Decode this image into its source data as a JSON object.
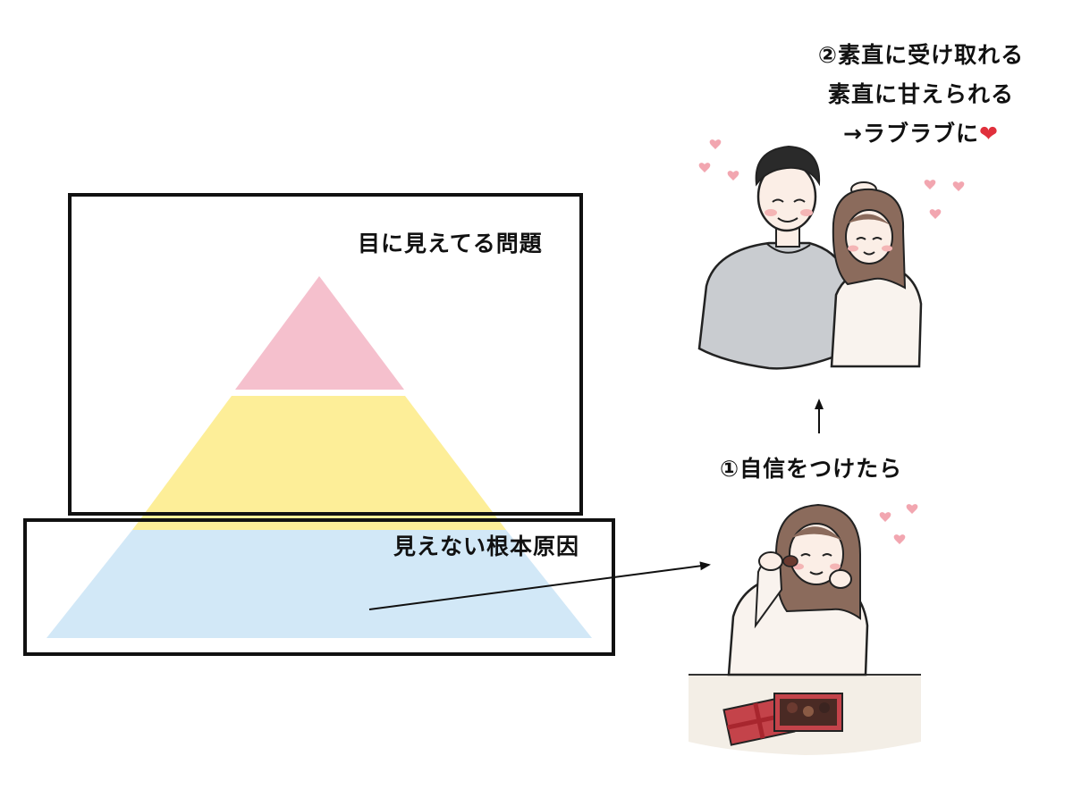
{
  "labels": {
    "visible_problem": "目に見えてる問題",
    "hidden_root_cause": "見えない根本原因",
    "step1": "①自信をつけたら",
    "step2_line1": "②素直に受け取れる",
    "step2_line2": "素直に甘えられる",
    "step2_line3": "→ラブラブに",
    "heart": "❤"
  },
  "pyramid_layers": [
    {
      "name": "top",
      "color": "#f5c0cd"
    },
    {
      "name": "middle",
      "color": "#fdee98"
    },
    {
      "name": "bottom",
      "color": "#d2e8f7"
    }
  ],
  "illustrations": [
    {
      "name": "couple",
      "icon": "couple-illustration"
    },
    {
      "name": "woman-with-chocolate",
      "icon": "woman-chocolate-illustration"
    }
  ],
  "colors": {
    "heart": "#f2a6b0",
    "box": "#c4434a",
    "ribbon": "#a8262e",
    "sweater": "#f9f3ee",
    "hair": "#8b6b5c",
    "man_shirt": "#c9ccd0"
  }
}
